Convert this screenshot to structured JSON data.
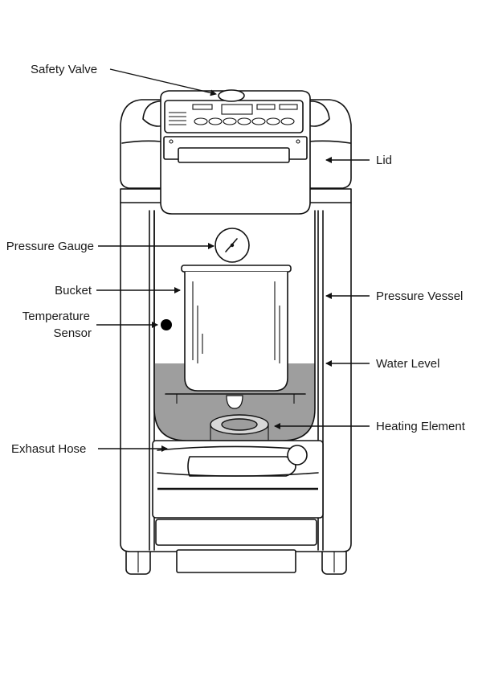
{
  "labels": {
    "safety_valve": "Safety Valve",
    "lid": "Lid",
    "pressure_gauge": "Pressure Gauge",
    "bucket": "Bucket",
    "pressure_vessel": "Pressure Vessel",
    "temperature_sensor_line1": "Temperature",
    "temperature_sensor_line2": "Sensor",
    "water_level": "Water Level",
    "heating_element": "Heating Element",
    "exhaust_hose": "Exhasut Hose"
  },
  "colors": {
    "water": "#9e9e9e",
    "outline": "#111111",
    "background": "#ffffff"
  }
}
